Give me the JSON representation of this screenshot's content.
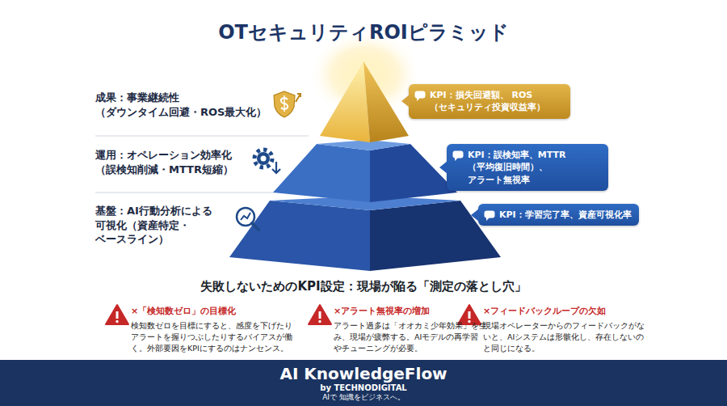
{
  "diagram": {
    "title": "OTセキュリティROIピラミッド",
    "nodes": [
      {
        "text": [
          "KPI：損失回避額、 ROS（セキュリティ投資収益率）"
        ]
      },
      {
        "text": [
          "KPI：誤検知率、MTTR（平均復旧時間）、 アラート無視率"
        ]
      },
      {
        "text": [
          "KPI：学習完了率、資産可視化率"
        ]
      },
      {
        "text": [
          "AI KnowledgeFlow",
          "by TECHNODIGITAL",
          "AIで 知識をビジネスへ。"
        ]
      }
    ],
    "labels": [
      "成果：事業継続性 （ダウンタイム回避・ROS最大化）",
      "運用：オペレーション効率化 （誤検知削減・MTTR短縮）",
      "基盤：AI行動分析による 可視化（資産特定・ ベースライン）",
      "失敗しないためのKPI設定：現場が陥る「測定の落とし穴」",
      "×「検知数ゼロ」の目標化",
      "検知数ゼロを目標にすると、感度を下げたり アラートを握りつぶしたりするバイアスが働 く。外部要因をKPIにするのはナンセンス。",
      "×アラート無視率の増加",
      "アラート過多は「オオカミ少年効果」を生 み、現場が疲弊する。AIモデルの再学習 やチューニングが必要。",
      "×フィードバックループの欠如",
      "現場オペレーターからのフィードバックがな いと、AIシステムは形骸化し、存在しないの と同じになる。"
    ]
  }
}
